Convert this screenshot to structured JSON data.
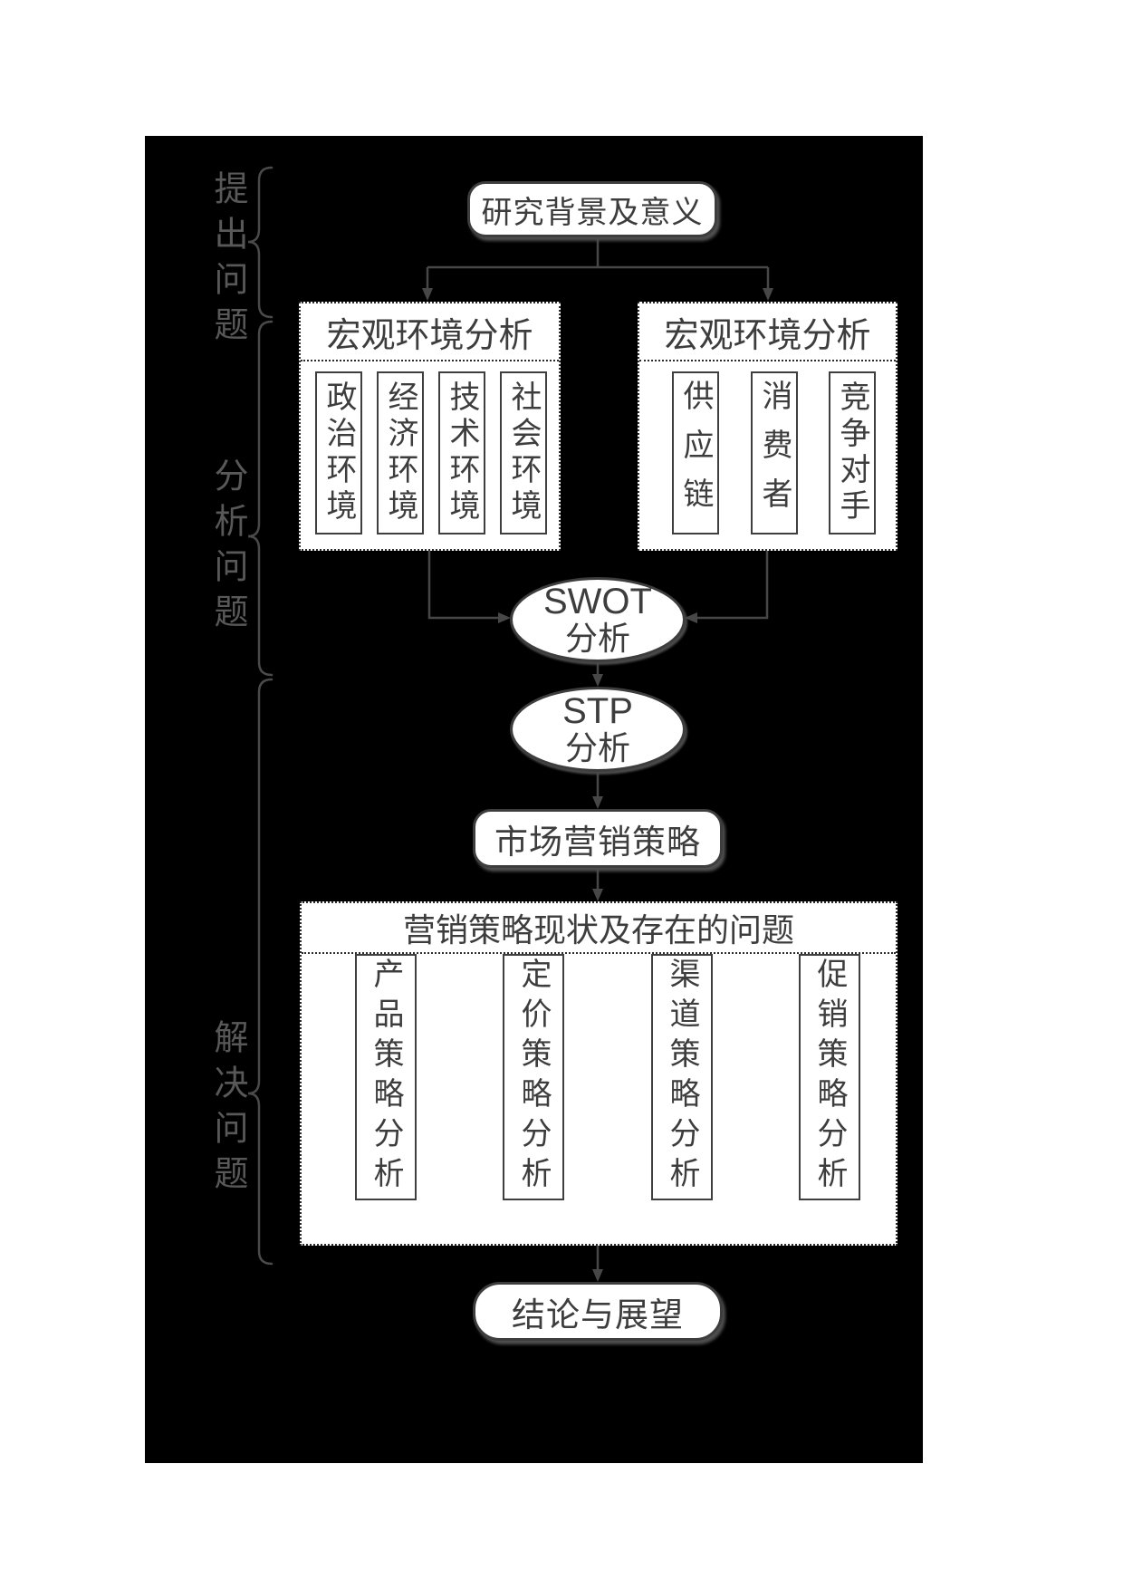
{
  "diagram": {
    "side_labels": [
      {
        "text": "提出问题"
      },
      {
        "text": "分析问题"
      },
      {
        "text": "解决问题"
      }
    ],
    "nodes": {
      "research": {
        "label": "研究背景及意义"
      },
      "macro_env": {
        "title": "宏观环境分析",
        "items": [
          "政治环境",
          "经济环境",
          "技术环境",
          "社会环境"
        ]
      },
      "micro_env": {
        "title": "宏观环境分析",
        "items": [
          "供应链",
          "消费者",
          "竞争对手"
        ]
      },
      "swot": {
        "line1": "SWOT",
        "line2": "分析"
      },
      "stp": {
        "line1": "STP",
        "line2": "分析"
      },
      "marketing": {
        "label": "市场营销策略"
      },
      "status": {
        "title": "营销策略现状及存在的问题",
        "items": [
          "产品策略分析",
          "定价策略分析",
          "渠道策略分析",
          "促销策略分析"
        ]
      },
      "conclusion": {
        "label": "结论与展望"
      }
    },
    "colors": {
      "canvas": "#000000",
      "box_fill": "#ffffff",
      "box_border": "#3d3d3d",
      "connector": "#474747",
      "side_label": "#585858"
    }
  }
}
